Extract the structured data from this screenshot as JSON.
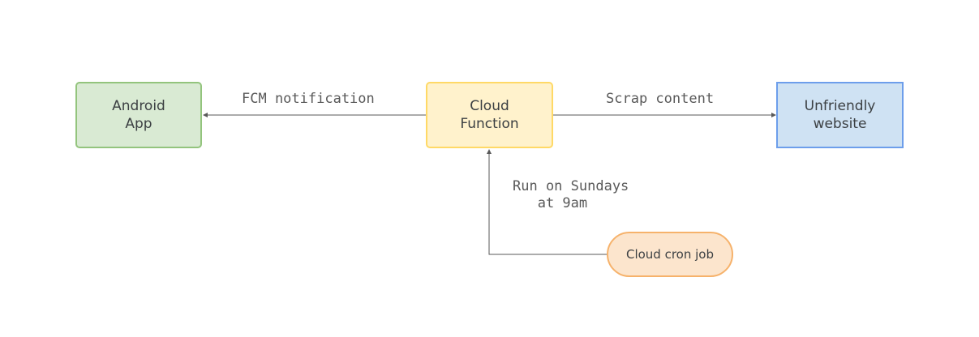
{
  "nodes": {
    "android_app": {
      "label": "Android\nApp",
      "fill": "#d9ead3",
      "stroke": "#93c47d"
    },
    "cloud_function": {
      "label": "Cloud\nFunction",
      "fill": "#fff2cc",
      "stroke": "#ffd966"
    },
    "unfriendly_website": {
      "label": "Unfriendly\nwebsite",
      "fill": "#cfe2f3",
      "stroke": "#6d9eeb"
    },
    "cloud_cron_job": {
      "label": "Cloud cron job",
      "fill": "#fce5cd",
      "stroke": "#f6b26b"
    }
  },
  "edges": [
    {
      "from": "cloud_function",
      "to": "android_app",
      "label": "FCM notification"
    },
    {
      "from": "cloud_function",
      "to": "unfriendly_website",
      "label": "Scrap content"
    },
    {
      "from": "cloud_cron_job",
      "to": "cloud_function",
      "label": "Run on Sundays\n   at 9am"
    }
  ],
  "edge_color": "#595959"
}
